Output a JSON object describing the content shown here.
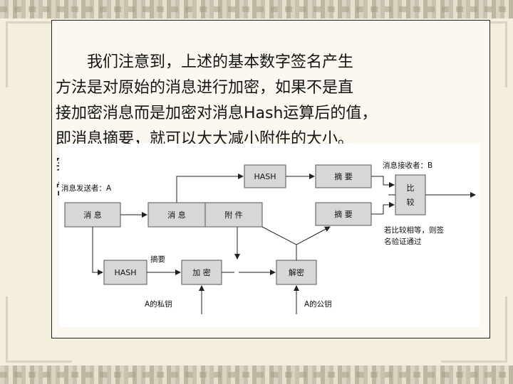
{
  "slide": {
    "paragraph": "　　我们注意到，上述的基本数字签名产生\n方法是对原始的消息进行加密，如果不是直\n接加密消息而是加密对消息Hash运算后的值，\n即消息摘要，就可以大大减小附件的大小。\n实际上，基于Hash的数字签名方法是目前最\n常用的，如下图所示："
  },
  "diagram": {
    "sender_label": "消息发送者：A",
    "receiver_label": "消息接收者：B",
    "boxes": {
      "message": "消 息",
      "message2": "消 息",
      "attachment": "附 件",
      "hash_sender": "HASH",
      "encrypt": "加 密",
      "decrypt": "解密",
      "hash_receiver": "HASH",
      "digest_top": "摘 要",
      "digest_bottom": "摘 要",
      "compare": "比\n较"
    },
    "labels": {
      "digest": "摘要",
      "private_key": "A的私钥",
      "public_key": "A的公钥",
      "result": "若比较相等，则签\n名验证通过"
    }
  }
}
